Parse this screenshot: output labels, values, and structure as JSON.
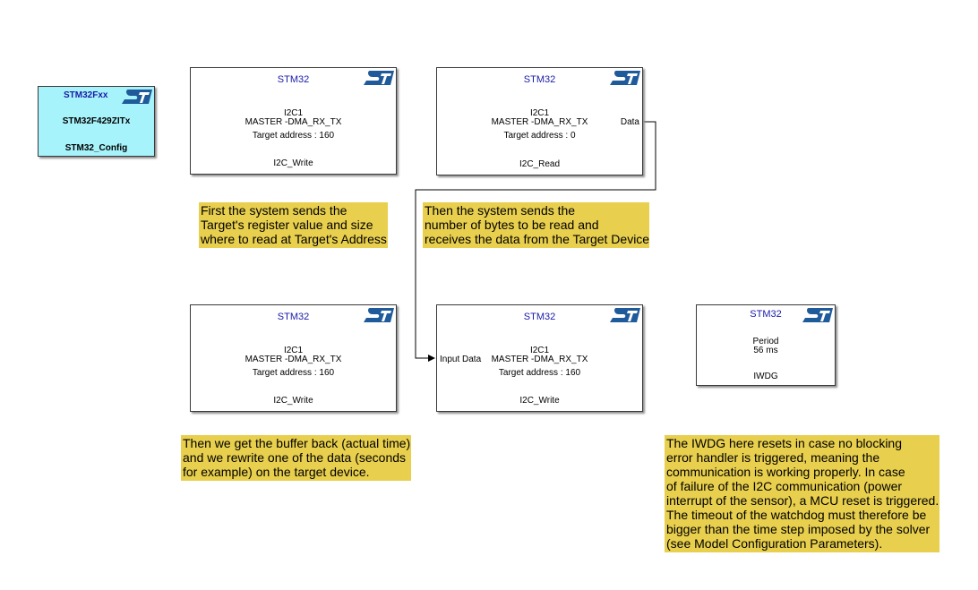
{
  "config_block": {
    "family": "STM32Fxx",
    "device": "STM32F429ZITx",
    "name": "STM32_Config"
  },
  "blocks": {
    "write1": {
      "header": "STM32",
      "peripheral": "I2C1",
      "mode": "MASTER -DMA_RX_TX",
      "address": "Target address : 160",
      "name": "I2C_Write"
    },
    "read1": {
      "header": "STM32",
      "peripheral": "I2C1",
      "mode": "MASTER -DMA_RX_TX",
      "address": "Target address : 0",
      "name": "I2C_Read",
      "out_port": "Data"
    },
    "write2": {
      "header": "STM32",
      "peripheral": "I2C1",
      "mode": "MASTER -DMA_RX_TX",
      "address": "Target address : 160",
      "name": "I2C_Write"
    },
    "write3": {
      "header": "STM32",
      "peripheral": "I2C1",
      "mode": "MASTER -DMA_RX_TX",
      "address": "Target address : 160",
      "name": "I2C_Write",
      "in_port": "Input Data"
    },
    "iwdg": {
      "header": "STM32",
      "label": "Period",
      "value": "56 ms",
      "name": "IWDG"
    }
  },
  "notes": {
    "note1": [
      "First the system sends the",
      "Target's register value and size",
      "where to read at Target's Address"
    ],
    "note2": [
      "Then the system sends the",
      "number of bytes to be read and",
      "receives the data from the Target Device"
    ],
    "note3": [
      "Then we get the buffer back (actual time)",
      "and we rewrite one of the data (seconds",
      "for example) on the target device."
    ],
    "note4": [
      "The IWDG here resets in case no blocking",
      "error handler is triggered, meaning the",
      "communication is working properly. In case",
      "of failure of the I2C communication (power",
      "interrupt of the sensor), a MCU reset is triggered.",
      "The timeout of the watchdog must therefore be",
      "bigger than the time step imposed by the solver",
      "(see Model Configuration Parameters)."
    ]
  },
  "colors": {
    "header_text": "#1a1aa8",
    "st_logo": "#1f5b9a",
    "config_bg": "#a7f3fb",
    "note_bg": "#e8cf4e"
  },
  "icons": {
    "block_logo": "st-logo-icon"
  }
}
